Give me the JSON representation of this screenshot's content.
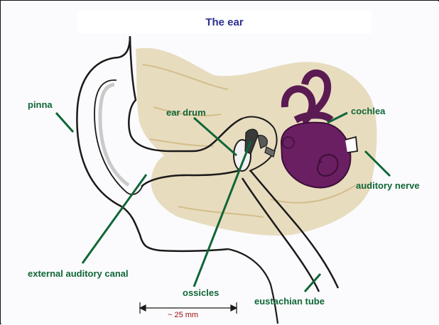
{
  "title": "The ear",
  "labels": {
    "pinna": "pinna",
    "ear_drum": "ear drum",
    "cochlea": "cochlea",
    "auditory_nerve": "auditory nerve",
    "external_auditory_canal": "external auditory canal",
    "ossicles": "ossicles",
    "eustachian_tube": "eustachian tube"
  },
  "scale": {
    "label": "~ 25 mm"
  },
  "colors": {
    "title": "#2d2f92",
    "labels": "#106637",
    "scale": "#a01010",
    "bone": "#d8c38c",
    "cochlea": "#6b1f63",
    "outline": "#1a1a1a"
  }
}
